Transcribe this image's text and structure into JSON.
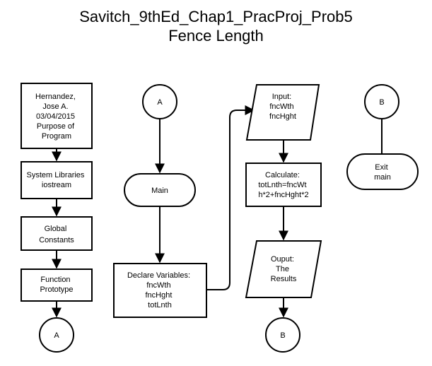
{
  "title": {
    "line1": "Savitch_9thEd_Chap1_PracProj_Prob5",
    "line2": "Fence Length"
  },
  "nodes": {
    "header": [
      "Hernandez,",
      "Jose A.",
      "03/04/2015",
      "Purpose of",
      "Program"
    ],
    "libraries": [
      "System Libraries",
      "iostream"
    ],
    "constants": [
      "Global",
      "Constants"
    ],
    "prototype": [
      "Function",
      "Prototype"
    ],
    "connector_a_left": "A",
    "connector_a_top": "A",
    "main": "Main",
    "declare": [
      "Declare Variables:",
      "fncWth",
      "fncHght",
      "totLnth"
    ],
    "input": [
      "Input:",
      "fncWth",
      "fncHght"
    ],
    "calculate": [
      "Calculate:",
      "totLnth=fncWt",
      "h*2+fncHght*2"
    ],
    "output": [
      "Ouput:",
      "The",
      "Results"
    ],
    "connector_b_bottom": "B",
    "connector_b_top": "B",
    "exit": [
      "Exit",
      "main"
    ]
  }
}
